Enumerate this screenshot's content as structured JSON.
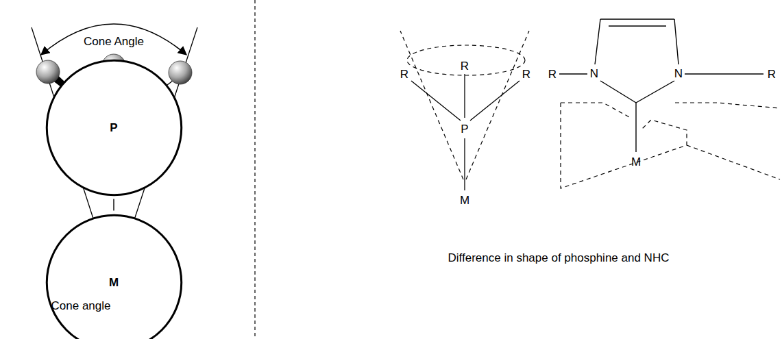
{
  "diagram": {
    "nodes": [
      {
        "text": [
          "P"
        ]
      },
      {
        "text": [
          "M"
        ]
      }
    ],
    "edges": [
      {
        "from": 0,
        "to": 1,
        "arrow": "none"
      }
    ],
    "labels": [
      "Cone Angle",
      "Cone angle",
      "R",
      "R",
      "R",
      "P",
      "M",
      "R",
      "N",
      "N",
      "R",
      "M",
      "Difference in shape of phosphine and NHC"
    ]
  }
}
